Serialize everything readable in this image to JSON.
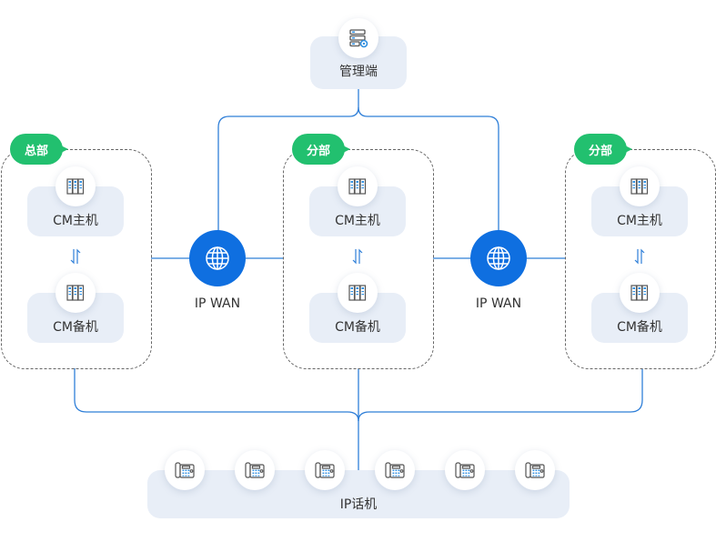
{
  "diagram": {
    "management": {
      "label": "管理端",
      "icon": "server-gear-icon"
    },
    "groups": [
      {
        "tag": "总部",
        "primary": "CM主机",
        "backup": "CM备机"
      },
      {
        "tag": "分部",
        "primary": "CM主机",
        "backup": "CM备机"
      },
      {
        "tag": "分部",
        "primary": "CM主机",
        "backup": "CM备机"
      }
    ],
    "wan": [
      {
        "label": "IP WAN",
        "icon": "globe-icon"
      },
      {
        "label": "IP WAN",
        "icon": "globe-icon"
      }
    ],
    "phones": {
      "label": "IP话机",
      "count": 6,
      "icon": "desk-phone-icon"
    },
    "colors": {
      "line": "#2f7fd8",
      "wan": "#0f6fe0",
      "tag": "#22c06f",
      "card": "#e8eef7",
      "dashed": "#666666"
    }
  }
}
